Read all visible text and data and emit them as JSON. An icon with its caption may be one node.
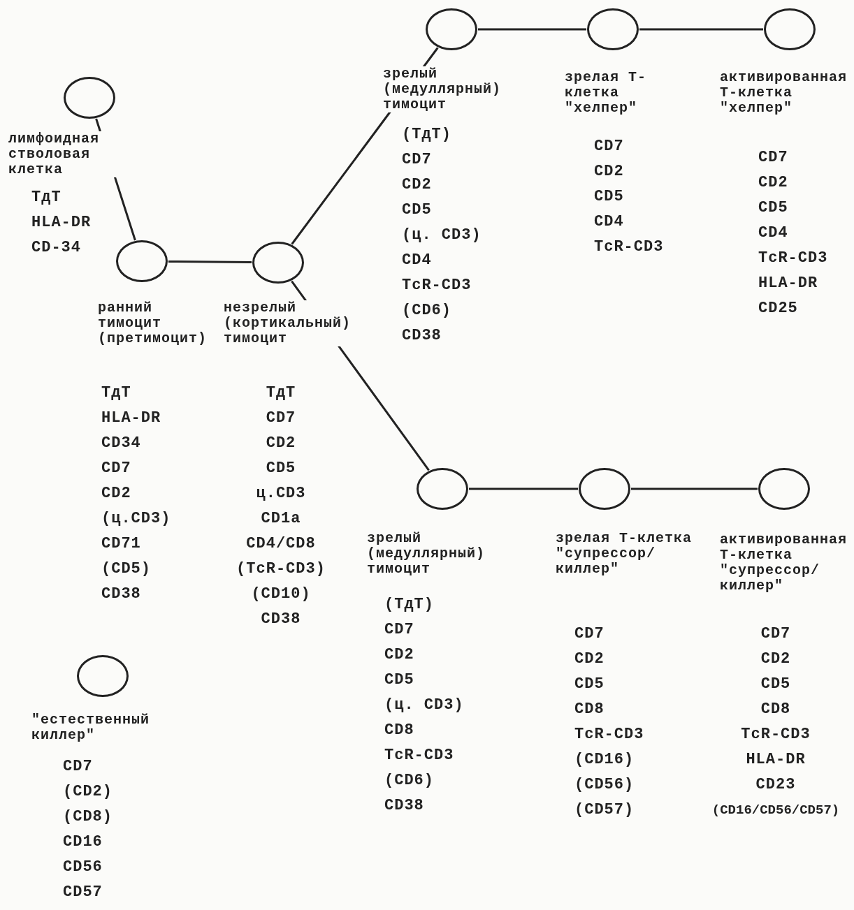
{
  "diagram": {
    "nodes": [
      {
        "text": [
          "лимфоидная стволовая клетка",
          "ТдТ HLA-DR CD-34"
        ]
      },
      {
        "text": [
          "ранний тимоцит (претимоцит)",
          "ТдТ HLA-DR CD34 CD7 CD2 (ц.CD3) CD71 (CD5) CD38"
        ]
      },
      {
        "text": [
          "незрелый (кортикальный) тимоцит",
          "ТдТ CD7 CD2 CD5 ц.CD3 CD1a CD4/CD8 (TcR-CD3) (CD10) CD38"
        ]
      },
      {
        "text": [
          "зрелый (медуллярный) тимоцит",
          "(ТдТ) CD7 CD2 CD5 (ц. CD3) CD4 TcR-CD3 (CD6) CD38"
        ]
      },
      {
        "text": [
          "зрелая Т-клетка \"хелпер\"",
          "CD7 CD2 CD5 CD4 TcR-CD3"
        ]
      },
      {
        "text": [
          "активированная Т-клетка \"хелпер\"",
          "CD7 CD2 CD5 CD4 TcR-CD3 HLA-DR CD25"
        ]
      },
      {
        "text": [
          "зрелый (медуллярный) тимоцит",
          "(ТдТ) CD7 CD2 CD5 (ц. CD3) CD8 TcR-CD3 (CD6) CD38"
        ]
      },
      {
        "text": [
          "зрелая Т-клетка \"супрессор/киллер\"",
          "CD7 CD2 CD5 CD8 TcR-CD3 (CD16) (CD56) (CD57)"
        ]
      },
      {
        "text": [
          "активированная Т-клетка \"супрессор/киллер\"",
          "CD7 CD2 CD5 CD8 TcR-CD3 HLA-DR CD23 (CD16/CD56/CD57)"
        ]
      },
      {
        "text": [
          "\"естественный киллер\"",
          "CD7 (CD2) (CD8) CD16 CD56 CD57"
        ]
      }
    ],
    "edges": [
      {
        "from": 0,
        "to": 1,
        "arrow": "none"
      },
      {
        "from": 1,
        "to": 2,
        "arrow": "none"
      },
      {
        "from": 2,
        "to": 3,
        "arrow": "none"
      },
      {
        "from": 3,
        "to": 4,
        "arrow": "none"
      },
      {
        "from": 4,
        "to": 5,
        "arrow": "none"
      },
      {
        "from": 2,
        "to": 6,
        "arrow": "none"
      },
      {
        "from": 6,
        "to": 7,
        "arrow": "none"
      },
      {
        "from": 7,
        "to": 8,
        "arrow": "none"
      }
    ]
  }
}
